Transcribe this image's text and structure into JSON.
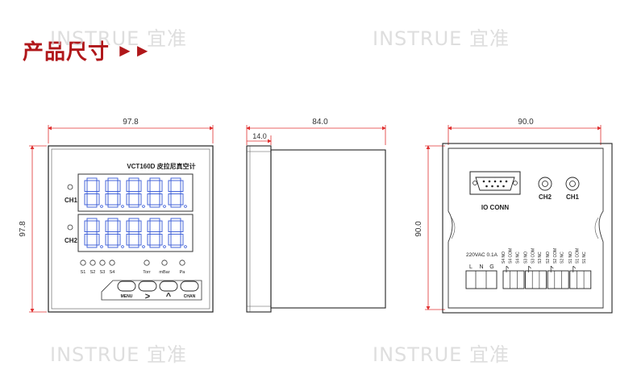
{
  "header": {
    "title": "产品尺寸",
    "arrows": "►►"
  },
  "watermark": "INSTRUE 宜准",
  "dimensions": {
    "front_width": "97.8",
    "front_height": "97.8",
    "side_depth": "84.0",
    "side_bezel": "14.0",
    "back_width": "90.0",
    "back_height": "90.0"
  },
  "front_panel": {
    "model": "VCT160D 皮拉尼真空计",
    "ch1": "CH1",
    "ch2": "CH2",
    "indicators_left": [
      "S1",
      "S2",
      "S3",
      "S4"
    ],
    "indicators_right": [
      "Torr",
      "mBar",
      "Pa"
    ],
    "buttons": [
      "MENU",
      "",
      "",
      "CHAN"
    ]
  },
  "back_panel": {
    "io_label": "IO CONN",
    "ch2": "CH2",
    "ch1": "CH1",
    "power_spec": "220VAC 0.1A",
    "power_pins": [
      "L",
      "N",
      "G"
    ],
    "relay_labels": [
      "S4 NO",
      "S4 COM",
      "S4 NC",
      "S3 NO",
      "S3 COM",
      "S3 NC",
      "S2 NO",
      "S2 COM",
      "S2 NC",
      "S1 NO",
      "S1 COM",
      "S1 NC"
    ]
  }
}
